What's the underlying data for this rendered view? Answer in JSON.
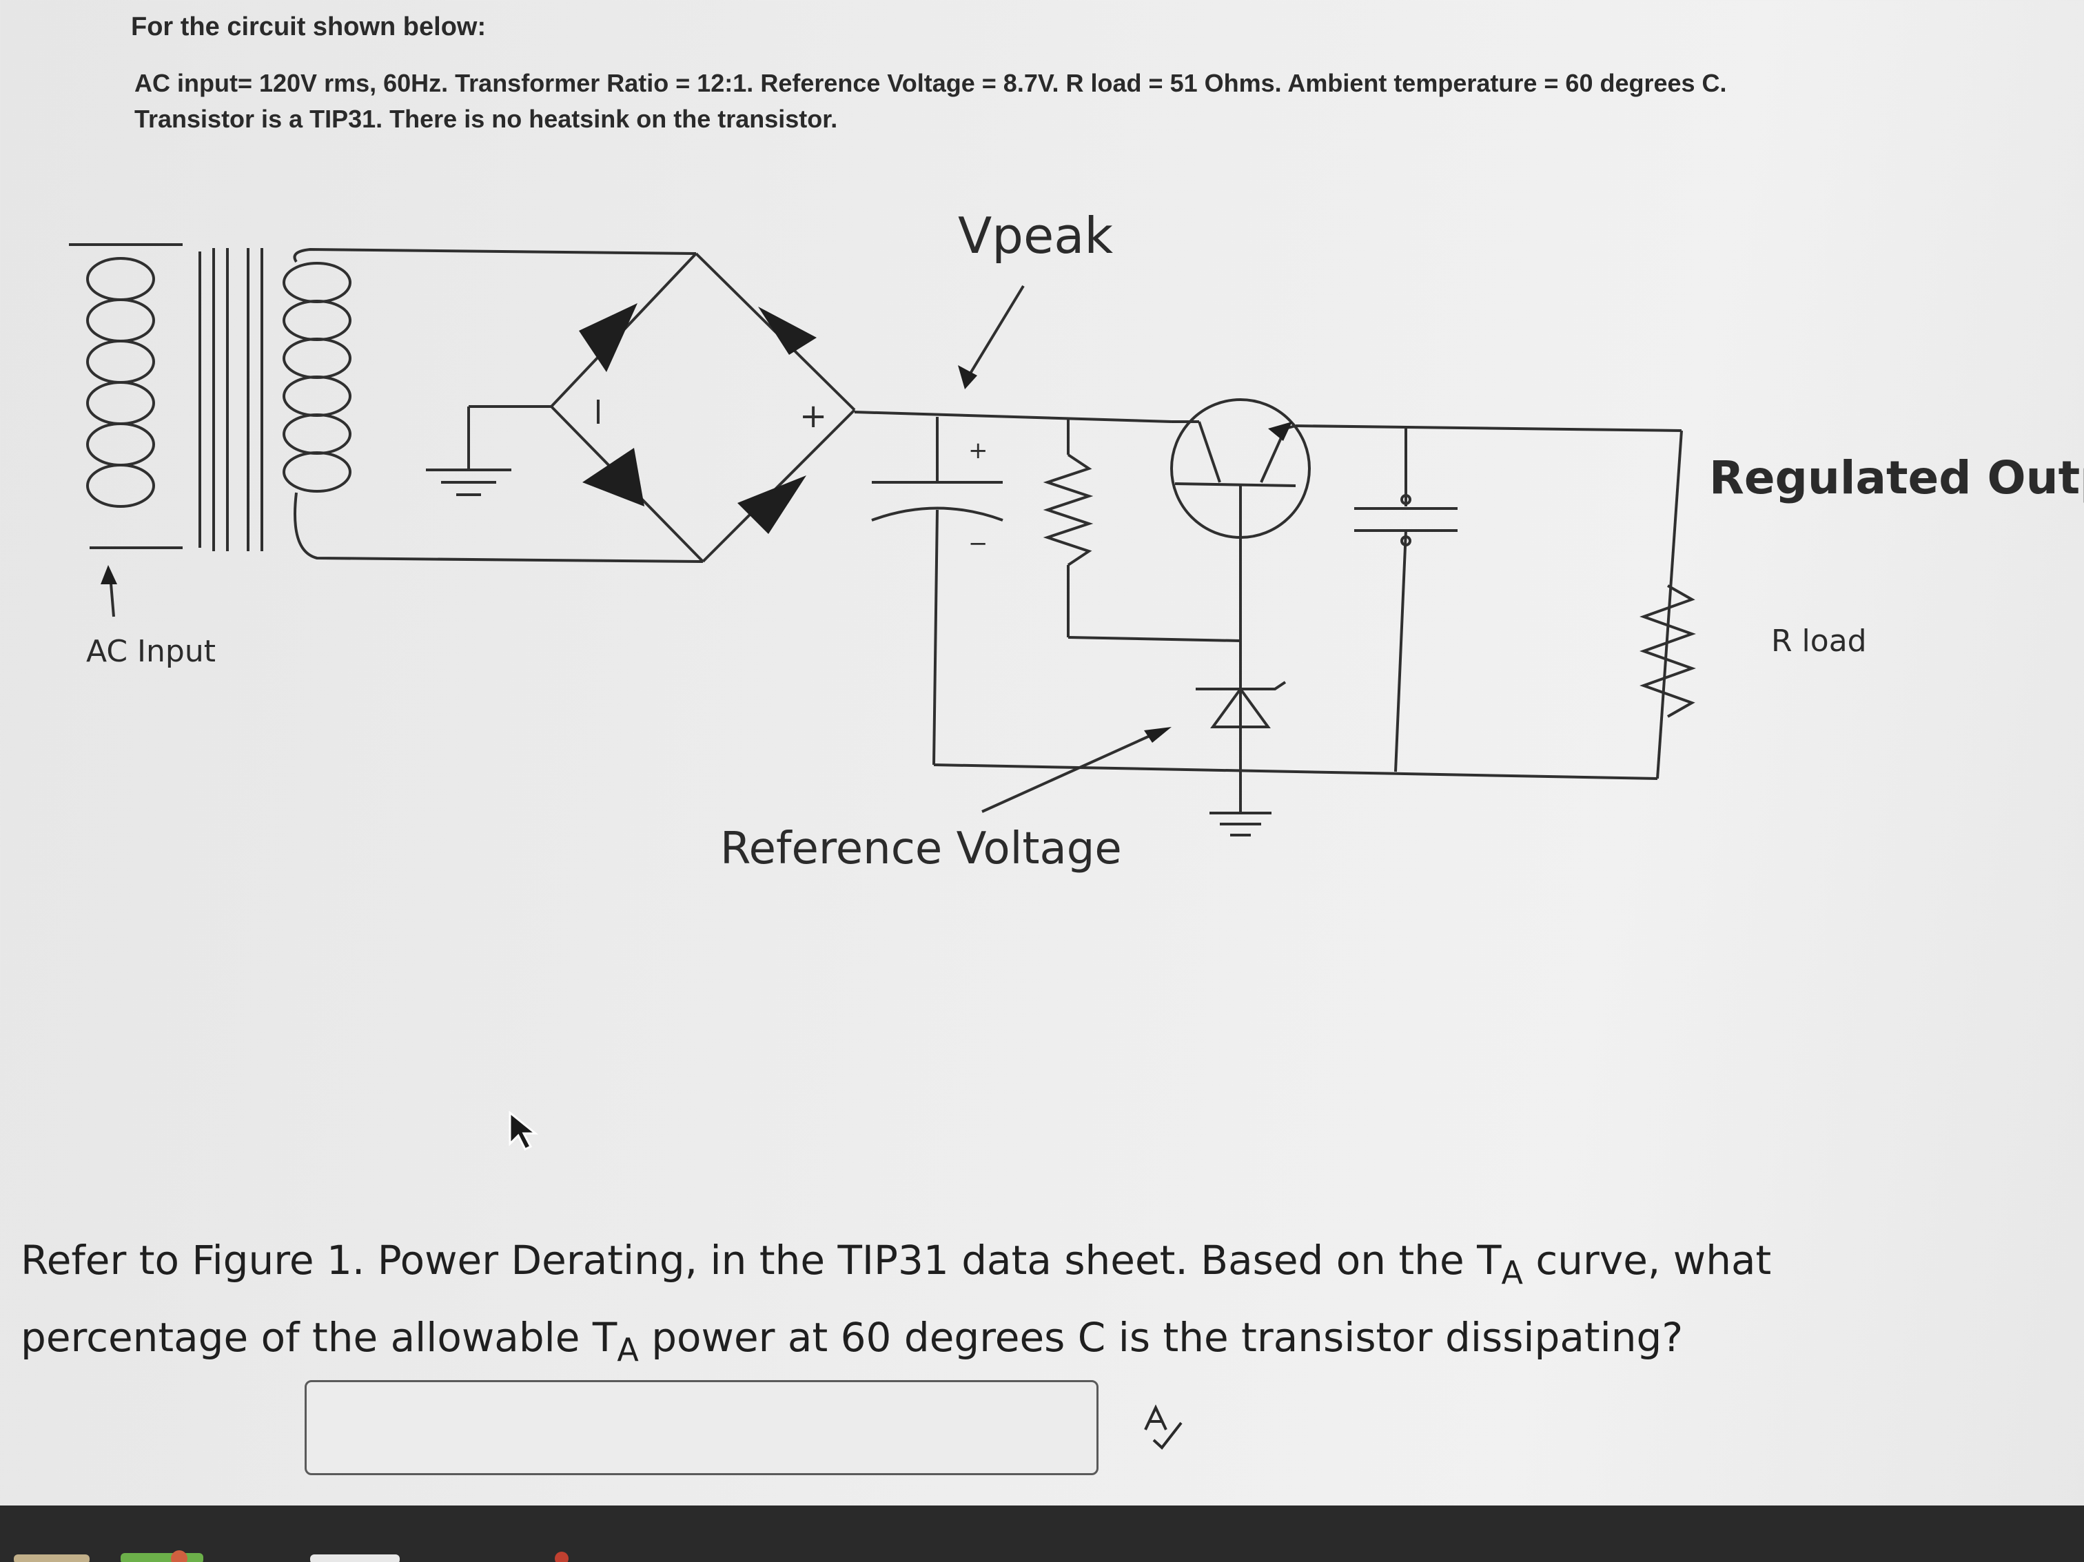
{
  "heading": "For the circuit shown below:",
  "givens": {
    "line1": "AC input= 120V rms, 60Hz.  Transformer Ratio = 12:1. Reference Voltage = 8.7V.  R load = 51 Ohms. Ambient temperature = 60 degrees C.",
    "line2": "Transistor is a TIP31.  There is no heatsink on the transistor."
  },
  "schematic": {
    "vpeak_label": "Vpeak",
    "reference_voltage_label": "Reference Voltage",
    "regulated_output_label": "Regulated Output",
    "r_load_label": "R load",
    "ac_input_label": "AC Input",
    "bridge_plus": "+",
    "bridge_minus": "−",
    "cap_plus": "+",
    "cap_minus": "−"
  },
  "question": {
    "part1": "Refer to Figure 1.  Power Derating, in the TIP31 data sheet.  Based on the T",
    "sub1": "A",
    "part2": " curve, what percentage of the allowable T",
    "sub2": "A",
    "part3": " power at 60 degrees C is the transistor dissipating?"
  },
  "answer_input": {
    "value": "",
    "placeholder": ""
  },
  "icons": [
    "spellcheck-icon",
    "mouse-cursor-icon",
    "ground-icon",
    "diode-icon",
    "zener-icon",
    "transistor-icon",
    "arrow-icon"
  ]
}
